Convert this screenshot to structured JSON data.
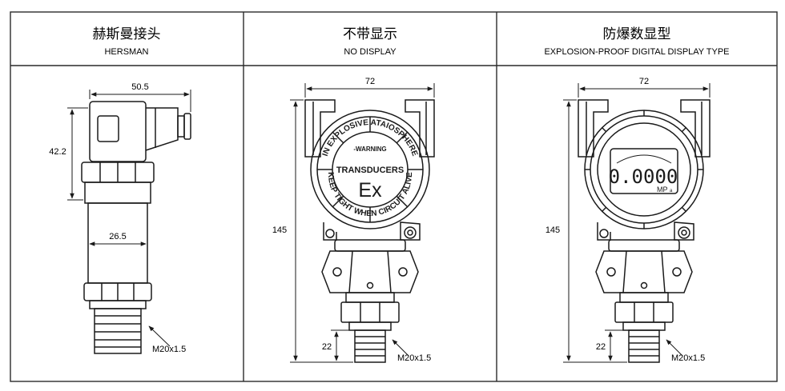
{
  "table": {
    "columns": [
      {
        "title": "赫斯曼接头",
        "subtitle": "HERSMAN"
      },
      {
        "title": "不带显示",
        "subtitle": "NO DISPLAY"
      },
      {
        "title": "防爆数显型",
        "subtitle": "EXPLOSION-PROOF DIGITAL DISPLAY TYPE"
      }
    ]
  },
  "hersman": {
    "width_label": "50.5",
    "height_label": "42.2",
    "body_label": "26.5",
    "thread_label": "M20x1.5"
  },
  "no_display": {
    "width_label": "72",
    "height_label": "145",
    "bottom_label": "22",
    "thread_label": "M20x1.5",
    "cap_ring_top": "IN EXPLOSIVE ATAIOSPHERE",
    "cap_ring_bottom": "KEEP TIGHT WHEN CIRCUIT ALIVE",
    "cap_warning": "-WARNING",
    "cap_brand": "TRANSDUCERS",
    "cap_mark": "Ex"
  },
  "digital_display": {
    "width_label": "72",
    "height_label": "145",
    "bottom_label": "22",
    "thread_label": "M20x1.5",
    "lcd_value": "0.0000",
    "lcd_unit": "MP",
    "lcd_unit_small": "a"
  }
}
